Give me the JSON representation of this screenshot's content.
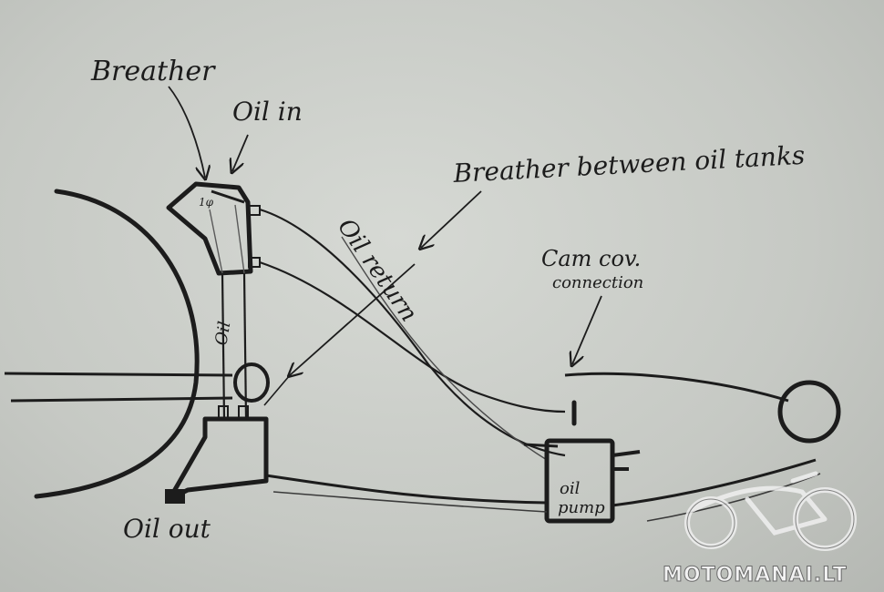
{
  "labels": {
    "breather": "Breather",
    "oil_in": "Oil in",
    "breather_between": "Breather between oil tanks",
    "oil_return": "Oil return",
    "oil_feed": "Oil",
    "camcov_line1": "Cam cov.",
    "camcov_line2": "connection",
    "oil_out": "Oil out",
    "oil_pump_line1": "oil",
    "oil_pump_line2": "pump"
  },
  "watermark": {
    "text": "MOTOMANAI.LT"
  },
  "colors": {
    "ink": "#1c1c1c",
    "paper": "#cfd2cd"
  }
}
